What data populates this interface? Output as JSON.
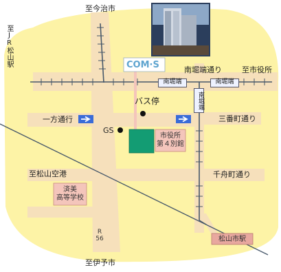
{
  "directions": {
    "north": "至今治市",
    "south": "至伊予市",
    "west_jr": "至JR松山駅",
    "southwest_airport": "至松山空港",
    "east_city_office": "至市役所"
  },
  "streets": {
    "minamihoribata_dori": "南堀端通り",
    "minamihoribata_stop_1": "南堀端",
    "minamihoribata_stop_2": "南堀端",
    "minamihoribata_vertical": "南堀端",
    "sanbancho_dori": "三番町通り",
    "senfunecho_dori": "千舟町通り",
    "one_way": "一方通行",
    "route_sign": "R 56"
  },
  "places": {
    "coms": "COM·S",
    "bus_stop": "バス停",
    "gas_station": "GS",
    "city_office_annex": "市役所\n第４別館",
    "saibi_high_school": "済美\n高等学校",
    "matsuyamashi_station": "松山市駅"
  },
  "colors": {
    "background": "#fdf3a6",
    "road": "#f6e0bb",
    "railway": "#46576a",
    "annex_building": "#139c73",
    "label_box": "#f4c5bb",
    "station_box": "#e8a89f",
    "arrow_box": "#3a6cd8",
    "coms_text": "#5ea4cf"
  },
  "icons": [
    "one-way-arrow-icon",
    "bus-stop-marker-icon",
    "gas-station-marker-icon",
    "building-photo"
  ]
}
